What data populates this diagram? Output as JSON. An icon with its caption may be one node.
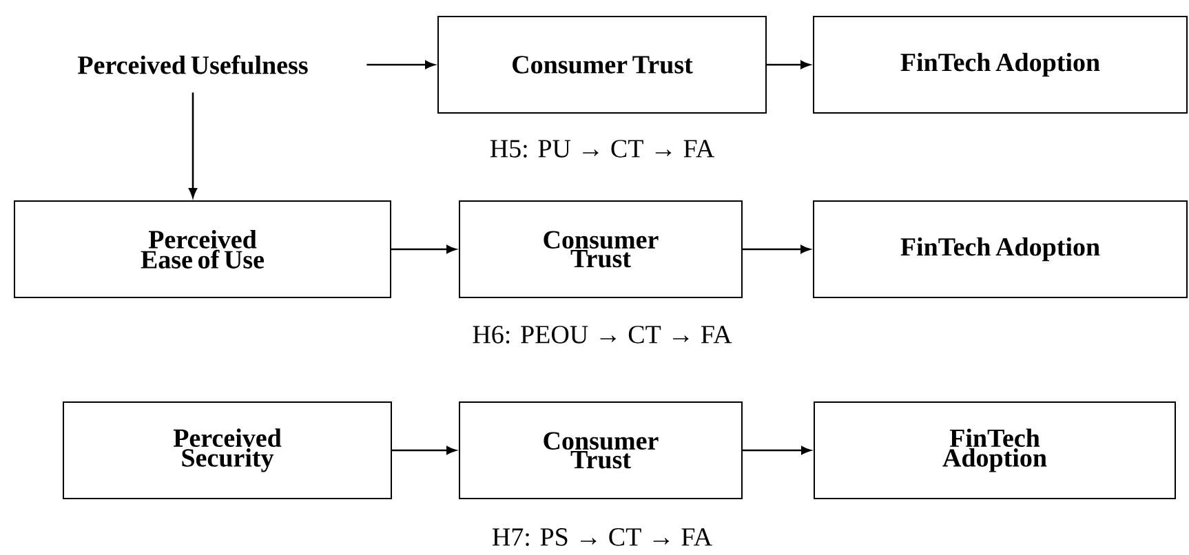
{
  "diagram": {
    "nodes": [
      {
        "text": [
          "Perceived Usefulness"
        ]
      },
      {
        "text": [
          "Consumer Trust"
        ]
      },
      {
        "text": [
          "FinTech Adoption"
        ]
      },
      {
        "text": [
          "Perceived Ease of Use"
        ]
      },
      {
        "text": [
          "Consumer Trust"
        ]
      },
      {
        "text": [
          "FinTech Adoption"
        ]
      },
      {
        "text": [
          "Perceived Security"
        ]
      },
      {
        "text": [
          "Consumer Trust"
        ]
      },
      {
        "text": [
          "FinTech Adoption"
        ]
      }
    ],
    "edges": [
      {
        "from": 0,
        "to": 1,
        "arrow": "to"
      },
      {
        "from": 1,
        "to": 2,
        "arrow": "to"
      },
      {
        "from": 0,
        "to": 3,
        "arrow": "to"
      },
      {
        "from": 3,
        "to": 4,
        "arrow": "to"
      },
      {
        "from": 4,
        "to": 5,
        "arrow": "to"
      },
      {
        "from": 6,
        "to": 7,
        "arrow": "to"
      },
      {
        "from": 7,
        "to": 8,
        "arrow": "to"
      }
    ],
    "labels": [
      "H5: PU → CT → FA",
      "H6: PEOU → CT → FA",
      "H7: PS → CT → FA"
    ]
  }
}
